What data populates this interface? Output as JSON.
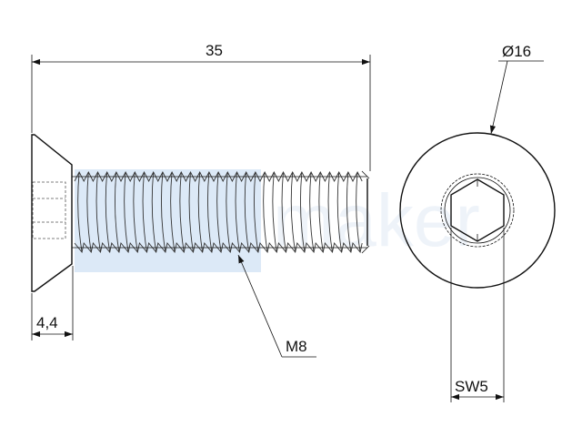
{
  "dimensions": {
    "length_label": "35",
    "head_height_label": "4,4",
    "thread_label": "M8",
    "head_diameter_label": "Ø16",
    "hex_socket_label": "SW5"
  },
  "watermark": {
    "text": "maker",
    "color": "#dce9f7"
  },
  "colors": {
    "line": "#111111",
    "watermark": "#dce9f7"
  }
}
